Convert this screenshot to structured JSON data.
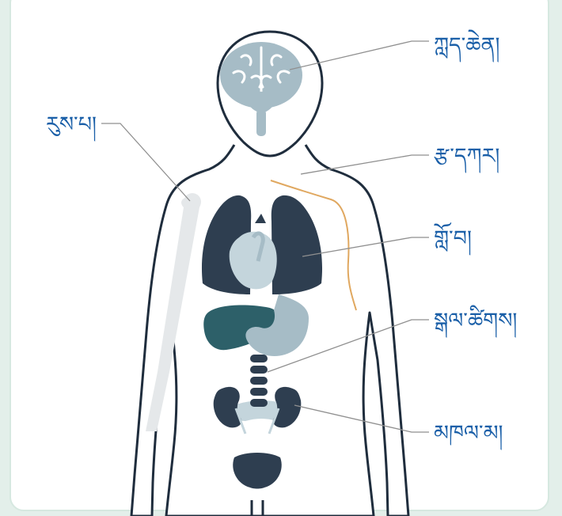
{
  "labels": {
    "brain": "ཀླད་ཆེན།",
    "nerve": "རྩ་དཀར།",
    "lungs": "གློ་བ།",
    "spine": "སྒལ་ཚིགས།",
    "kidneys": "མཁལ་མ།",
    "bone": "རུས་པ།"
  },
  "colors": {
    "background": "#e3efea",
    "card": "#ffffff",
    "outline": "#1f2d3d",
    "label_text": "#1a5fa8",
    "lungs": "#2e3e50",
    "liver": "#2d6069",
    "light_organ": "#a6bcc6",
    "pale_organ": "#c4d5dc",
    "bone": "#e5e8ea",
    "nerve": "#e0a860",
    "leader_line": "#8f8f8f"
  }
}
